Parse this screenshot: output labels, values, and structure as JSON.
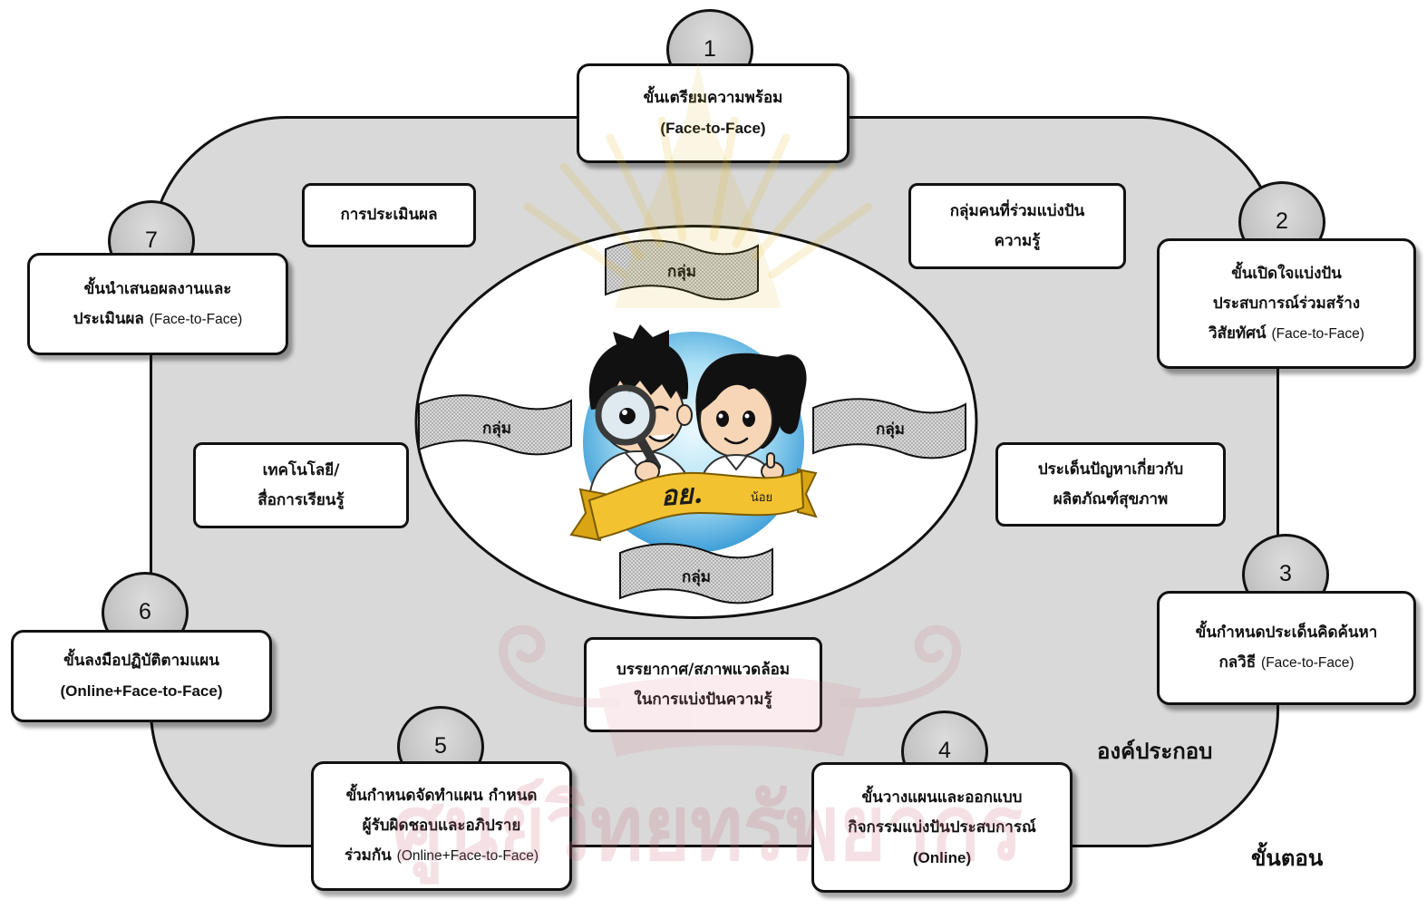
{
  "steps": [
    {
      "number": "1",
      "title_lines": [
        "ขั้นเตรียมความพร้อม"
      ],
      "mode": "(Face-to-Face)"
    },
    {
      "number": "2",
      "title_lines": [
        "ขั้นเปิดใจแบ่งปัน",
        "ประสบการณ์ร่วมสร้าง",
        "วิสัยทัศน์"
      ],
      "mode": "(Face-to-Face)"
    },
    {
      "number": "3",
      "title_lines": [
        "ขั้นกำหนดประเด็นคิดค้นหา",
        "กลวิธี"
      ],
      "mode": "(Face-to-Face)"
    },
    {
      "number": "4",
      "title_lines": [
        "ขั้นวางแผนและออกแบบ",
        "กิจกรรมแบ่งปันประสบการณ์"
      ],
      "mode": "(Online)"
    },
    {
      "number": "5",
      "title_lines": [
        "ขั้นกำหนดจัดทำแผน กำหนด",
        "ผู้รับผิดชอบและอภิปราย",
        "ร่วมกัน"
      ],
      "mode": "(Online+Face-to-Face)"
    },
    {
      "number": "6",
      "title_lines": [
        "ขั้นลงมือปฏิบัติตามแผน"
      ],
      "mode": "(Online+Face-to-Face)"
    },
    {
      "number": "7",
      "title_lines": [
        "ขั้นนำเสนอผลงานและ",
        "ประเมินผล"
      ],
      "mode": "(Face-to-Face)"
    }
  ],
  "components": [
    {
      "lines": [
        "การประเมินผล"
      ]
    },
    {
      "lines": [
        "กลุ่มคนที่ร่วมแบ่งปัน",
        "ความรู้"
      ]
    },
    {
      "lines": [
        "เทคโนโลยี/",
        "สื่อการเรียนรู้"
      ]
    },
    {
      "lines": [
        "ประเด็นปัญหาเกี่ยวกับ",
        "ผลิตภัณฑ์สุขภาพ"
      ]
    },
    {
      "lines": [
        "บรรยากาศ/สภาพแวดล้อม",
        "ในการแบ่งปันความรู้"
      ]
    }
  ],
  "groups": [
    "กลุ่ม",
    "กลุ่ม",
    "กลุ่ม",
    "กลุ่ม"
  ],
  "labels": {
    "components_heading": "องค์ประกอบ",
    "steps_heading": "ขั้นตอน"
  },
  "logo": {
    "text_main": "อย.",
    "text_sub": "น้อย"
  },
  "watermark": {
    "text": "ศูนย์วิทยทรัพยากร"
  },
  "colors": {
    "frame_fill": "#d9d9d9",
    "outline": "#111111",
    "number_circle": "#c4c4c4",
    "logo_sky": "#5ab4e2",
    "logo_ribbon": "#f2c230",
    "watermark_pink": "#cf6d83",
    "watermark_gold": "#e2b923"
  }
}
